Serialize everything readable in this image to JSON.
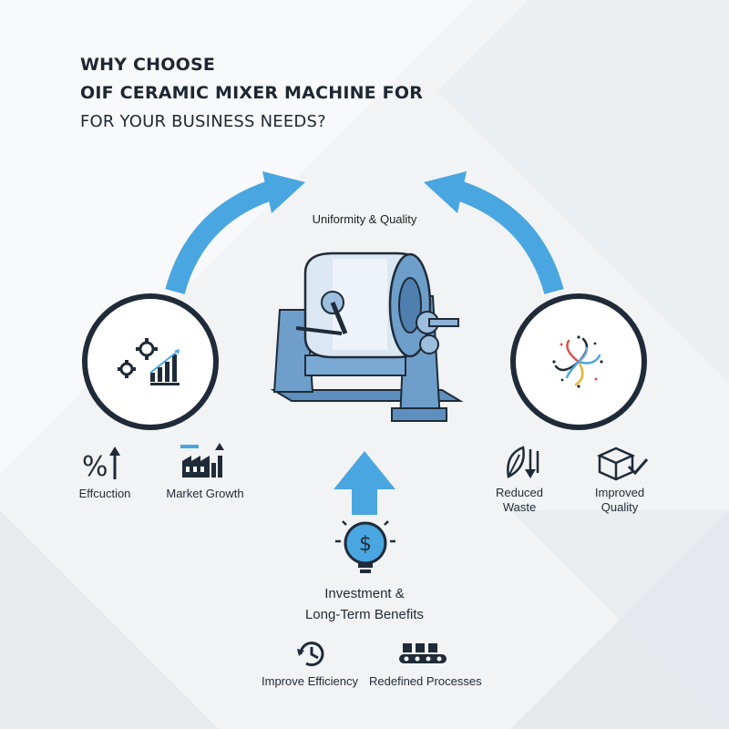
{
  "title": {
    "line1": "WHY CHOOSE",
    "line2": "OIF CERAMIC MIXER MACHINE FOR",
    "line3": "FOR YOUR BUSINESS NEEDS?"
  },
  "center": {
    "label": "Uniformity & Quality"
  },
  "left_features": [
    {
      "label": "Effcuction",
      "icon": "percent-up-arrow-icon"
    },
    {
      "label": "Market Growth",
      "icon": "factory-growth-icon"
    }
  ],
  "right_features": [
    {
      "label": "Reduced\nWaste",
      "icon": "leaf-recycle-icon"
    },
    {
      "label": "Improved\nQuality",
      "icon": "box-check-icon"
    }
  ],
  "bottom": {
    "title_line1": "Investment &",
    "title_line2": "Long-Term Benefits",
    "icon": "lightbulb-dollar-icon",
    "items": [
      {
        "label": "Improve Efficiency",
        "icon": "clock-cycle-icon"
      },
      {
        "label": "Redefined Processes",
        "icon": "conveyor-icon"
      }
    ]
  },
  "colors": {
    "arrow_blue": "#4aa6e0",
    "dark_navy": "#1f2b38",
    "machine_blue": "#6e9fcb"
  }
}
